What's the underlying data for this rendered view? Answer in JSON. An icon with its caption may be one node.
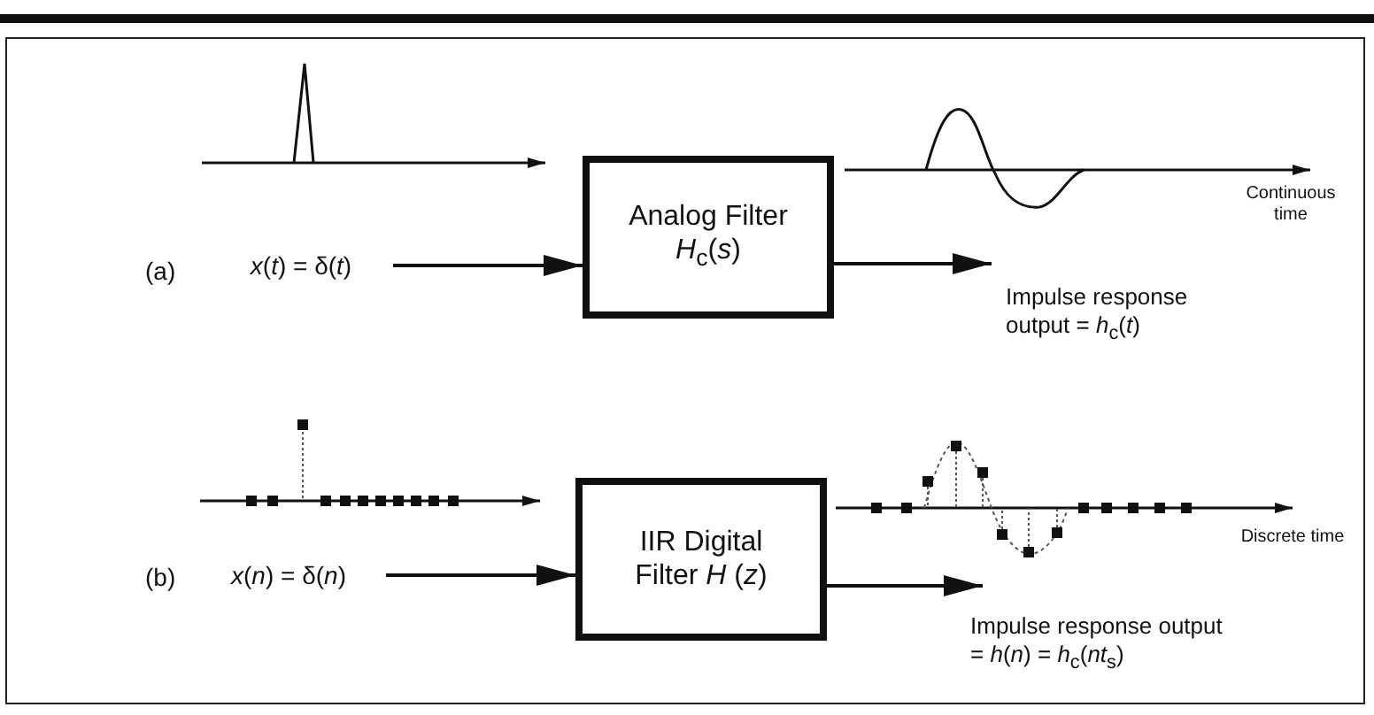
{
  "diagram": {
    "nodes": [
      {
        "text": [
          "Analog Filter *H*$_{c}$(*s*)"
        ]
      },
      {
        "text": [
          "*x*(*t*) = δ(*t*)"
        ]
      },
      {
        "text": [
          "Impulse response output = *h*$_{c}$(*t*)"
        ]
      },
      {
        "text": [
          "IIR Digital Filter *H* (*z*)"
        ]
      },
      {
        "text": [
          "*x*(*n*) = δ(*n*)"
        ]
      },
      {
        "text": [
          "Impulse response output = *h*(*n*) = *h*$_{c}$(*nt*$_{s}$)"
        ]
      }
    ],
    "edges": [
      {
        "from": 1,
        "to": 0,
        "arrow": "to"
      },
      {
        "from": 0,
        "to": 2,
        "arrow": "to"
      },
      {
        "from": 4,
        "to": 3,
        "arrow": "to"
      },
      {
        "from": 3,
        "to": 5,
        "arrow": "to"
      }
    ],
    "labels": [
      "(a)",
      "Continuous time",
      "(b)",
      "Discrete time"
    ]
  }
}
